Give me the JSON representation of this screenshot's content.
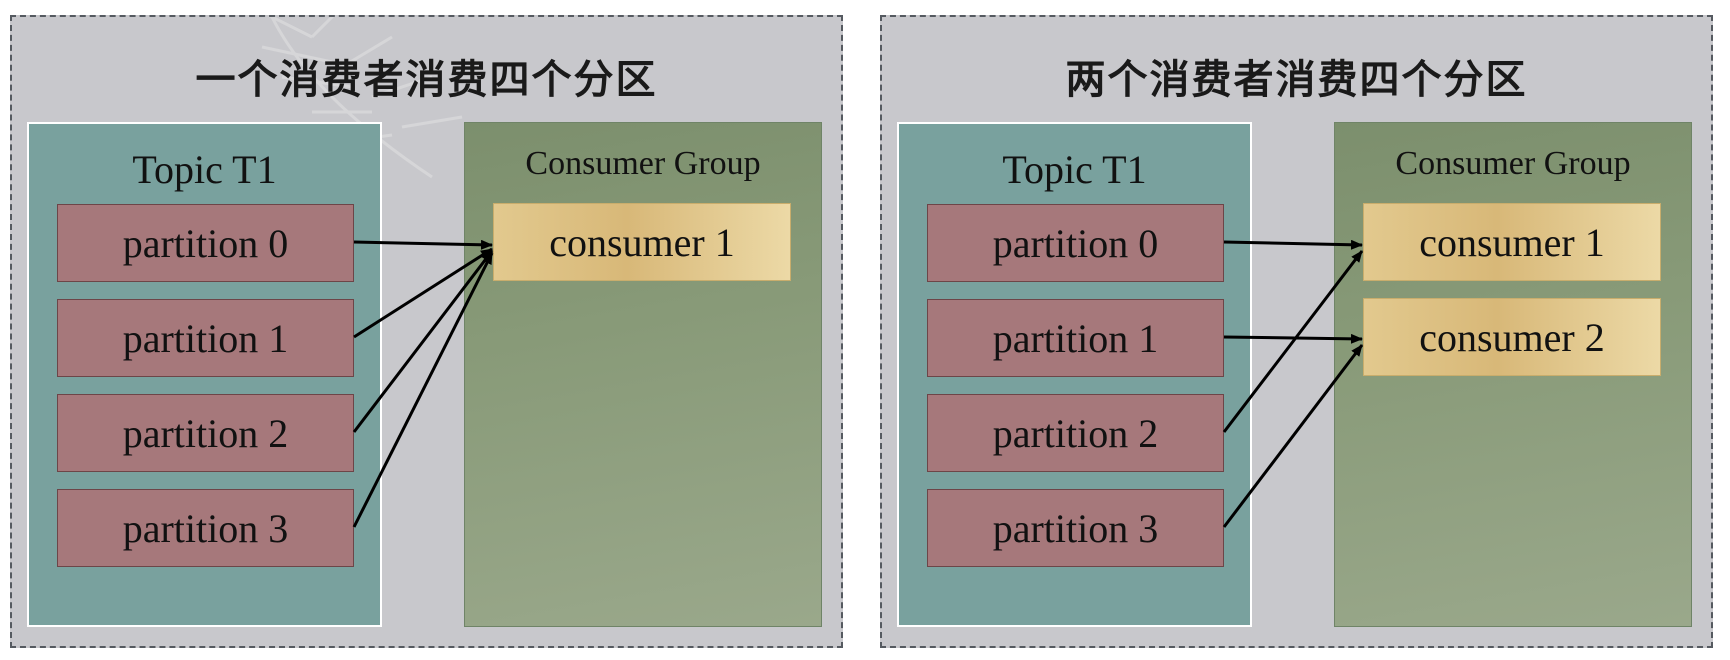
{
  "diagrams": [
    {
      "title": "一个消费者消费四个分区",
      "topic": "Topic T1",
      "partitions": [
        "partition 0",
        "partition 1",
        "partition 2",
        "partition 3"
      ],
      "group": "Consumer Group",
      "consumers": [
        "consumer 1"
      ],
      "assignments": [
        {
          "from": "partition 0",
          "to": "consumer 1"
        },
        {
          "from": "partition 1",
          "to": "consumer 1"
        },
        {
          "from": "partition 2",
          "to": "consumer 1"
        },
        {
          "from": "partition 3",
          "to": "consumer 1"
        }
      ]
    },
    {
      "title": "两个消费者消费四个分区",
      "topic": "Topic T1",
      "partitions": [
        "partition 0",
        "partition 1",
        "partition 2",
        "partition 3"
      ],
      "group": "Consumer Group",
      "consumers": [
        "consumer 1",
        "consumer 2"
      ],
      "assignments": [
        {
          "from": "partition 0",
          "to": "consumer 1"
        },
        {
          "from": "partition 2",
          "to": "consumer 1"
        },
        {
          "from": "partition 1",
          "to": "consumer 2"
        },
        {
          "from": "partition 3",
          "to": "consumer 2"
        }
      ]
    }
  ],
  "colors": {
    "panel_bg": "#c8c8cc",
    "topic_bg": "#79a19e",
    "partition_bg": "#a6787b",
    "group_bg": "#889a78",
    "consumer_bg": "#e2c98e",
    "arrow": "#000000"
  }
}
